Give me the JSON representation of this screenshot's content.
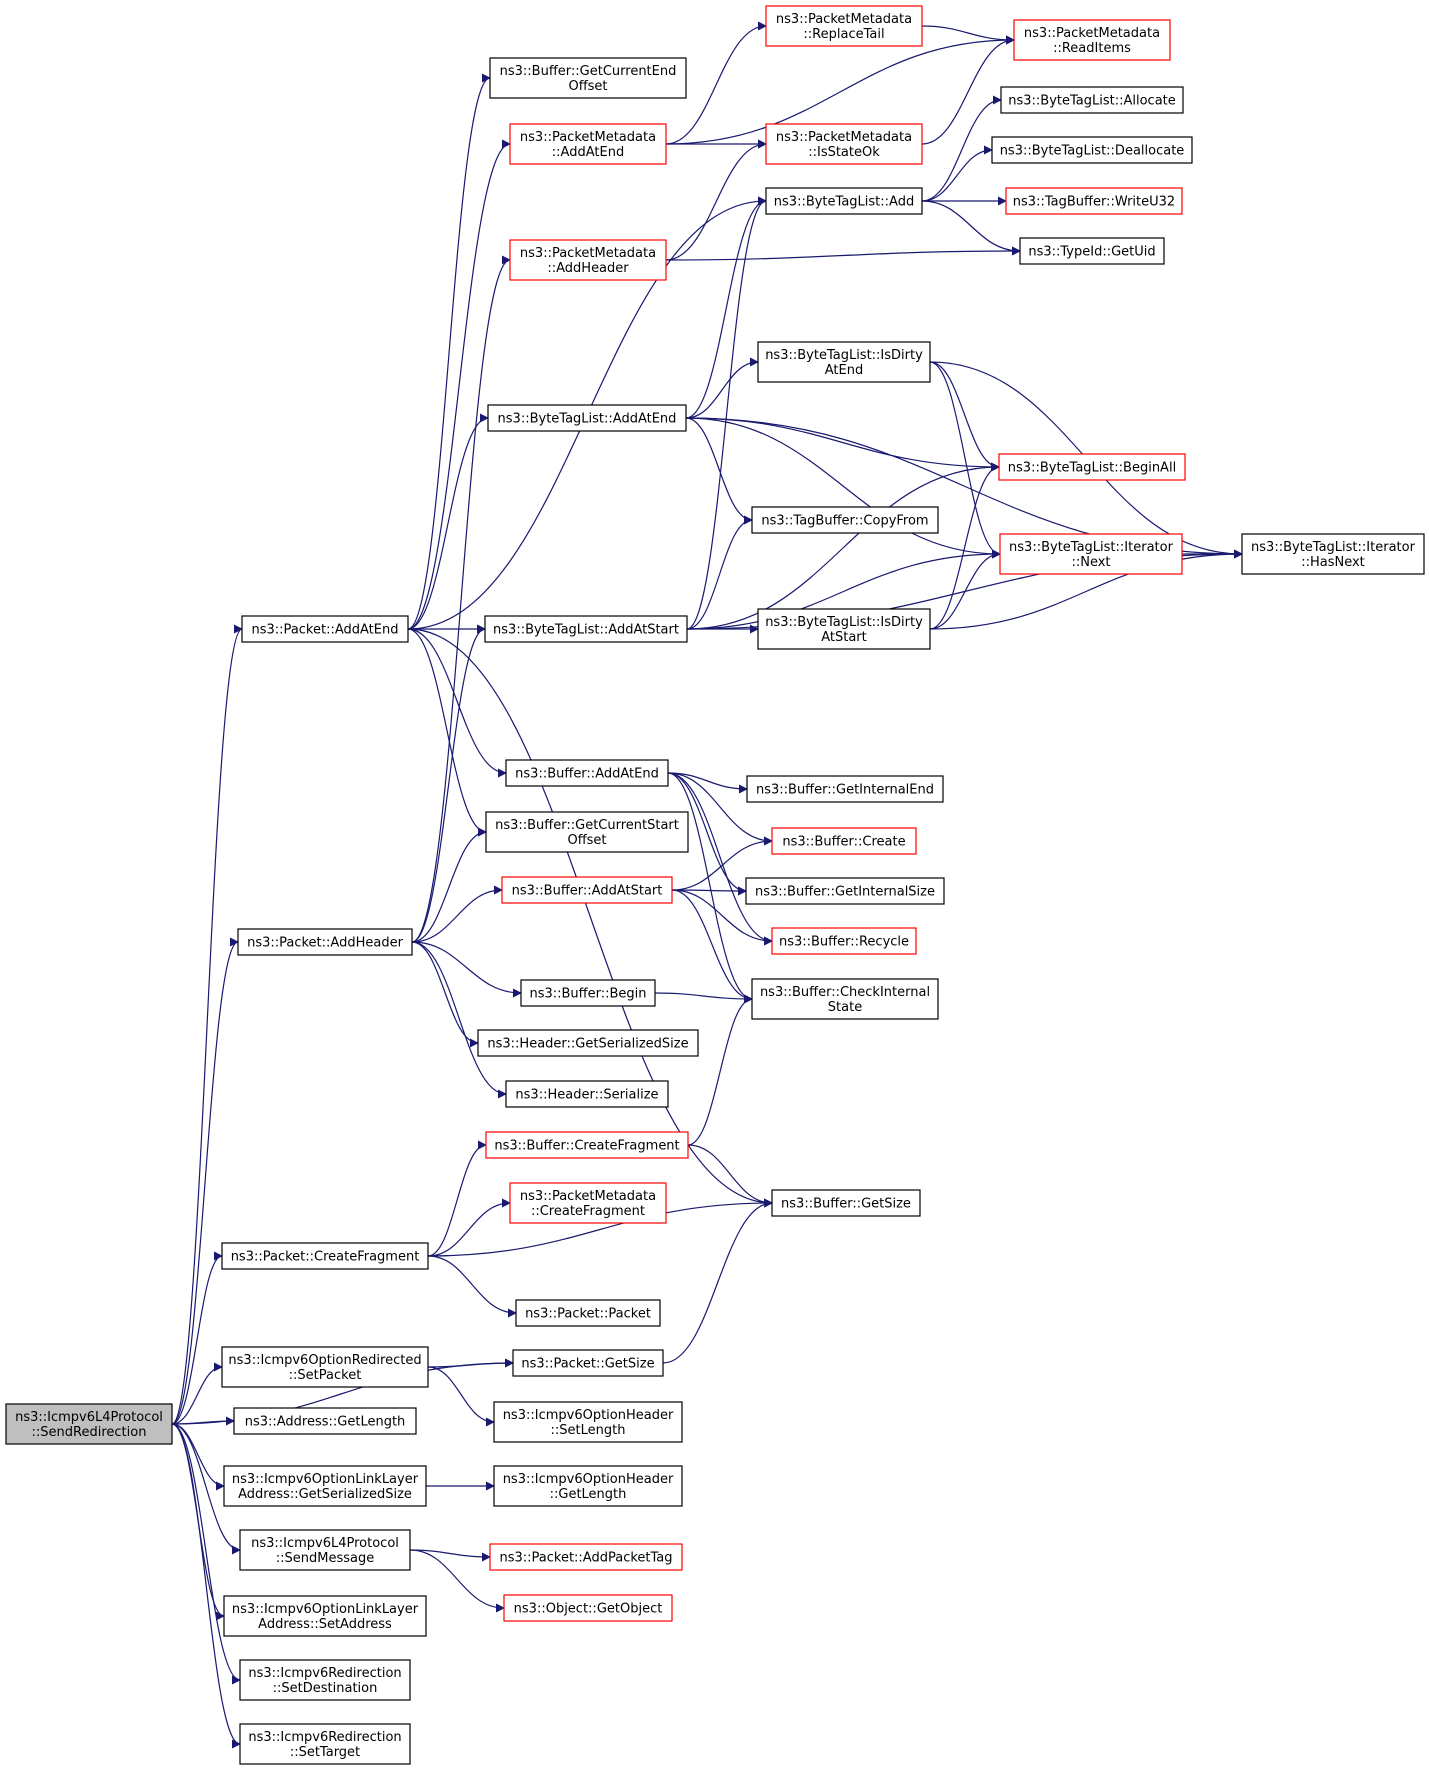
{
  "nodes": [
    {
      "id": "root",
      "lines": [
        "ns3::Icmpv6L4Protocol",
        "::SendRedirection"
      ],
      "style": "root"
    },
    {
      "id": "buf_getcurrentendoffset",
      "lines": [
        "ns3::Buffer::GetCurrentEnd",
        "Offset"
      ],
      "style": "normal"
    },
    {
      "id": "pm_replacetail",
      "lines": [
        "ns3::PacketMetadata",
        "::ReplaceTail"
      ],
      "style": "red"
    },
    {
      "id": "pm_readitems",
      "lines": [
        "ns3::PacketMetadata",
        "::ReadItems"
      ],
      "style": "red"
    },
    {
      "id": "pm_addatend",
      "lines": [
        "ns3::PacketMetadata",
        "::AddAtEnd"
      ],
      "style": "red"
    },
    {
      "id": "pm_isstateok",
      "lines": [
        "ns3::PacketMetadata",
        "::IsStateOk"
      ],
      "style": "red"
    },
    {
      "id": "btl_allocate",
      "lines": [
        "ns3::ByteTagList::Allocate"
      ],
      "style": "normal"
    },
    {
      "id": "btl_deallocate",
      "lines": [
        "ns3::ByteTagList::Deallocate"
      ],
      "style": "normal"
    },
    {
      "id": "btl_add",
      "lines": [
        "ns3::ByteTagList::Add"
      ],
      "style": "normal"
    },
    {
      "id": "tb_writeu32",
      "lines": [
        "ns3::TagBuffer::WriteU32"
      ],
      "style": "red"
    },
    {
      "id": "pm_addheader",
      "lines": [
        "ns3::PacketMetadata",
        "::AddHeader"
      ],
      "style": "red"
    },
    {
      "id": "typeid_getuid",
      "lines": [
        "ns3::TypeId::GetUid"
      ],
      "style": "normal"
    },
    {
      "id": "btl_isdirtyatend",
      "lines": [
        "ns3::ByteTagList::IsDirty",
        "AtEnd"
      ],
      "style": "normal"
    },
    {
      "id": "btl_addatend",
      "lines": [
        "ns3::ByteTagList::AddAtEnd"
      ],
      "style": "normal"
    },
    {
      "id": "btl_beginall",
      "lines": [
        "ns3::ByteTagList::BeginAll"
      ],
      "style": "red"
    },
    {
      "id": "tb_copyfrom",
      "lines": [
        "ns3::TagBuffer::CopyFrom"
      ],
      "style": "normal"
    },
    {
      "id": "btl_iter_next",
      "lines": [
        "ns3::ByteTagList::Iterator",
        "::Next"
      ],
      "style": "red"
    },
    {
      "id": "btl_iter_hasnext",
      "lines": [
        "ns3::ByteTagList::Iterator",
        "::HasNext"
      ],
      "style": "normal"
    },
    {
      "id": "pkt_addatend",
      "lines": [
        "ns3::Packet::AddAtEnd"
      ],
      "style": "normal"
    },
    {
      "id": "btl_addatstart",
      "lines": [
        "ns3::ByteTagList::AddAtStart"
      ],
      "style": "normal"
    },
    {
      "id": "btl_isdirtyatstart",
      "lines": [
        "ns3::ByteTagList::IsDirty",
        "AtStart"
      ],
      "style": "normal"
    },
    {
      "id": "buf_addatend",
      "lines": [
        "ns3::Buffer::AddAtEnd"
      ],
      "style": "normal"
    },
    {
      "id": "buf_getinternalend",
      "lines": [
        "ns3::Buffer::GetInternalEnd"
      ],
      "style": "normal"
    },
    {
      "id": "buf_getcurrentstartoffset",
      "lines": [
        "ns3::Buffer::GetCurrentStart",
        "Offset"
      ],
      "style": "normal"
    },
    {
      "id": "buf_create",
      "lines": [
        "ns3::Buffer::Create"
      ],
      "style": "red"
    },
    {
      "id": "buf_addatstart",
      "lines": [
        "ns3::Buffer::AddAtStart"
      ],
      "style": "red"
    },
    {
      "id": "buf_getinternalsize",
      "lines": [
        "ns3::Buffer::GetInternalSize"
      ],
      "style": "normal"
    },
    {
      "id": "pkt_addheader",
      "lines": [
        "ns3::Packet::AddHeader"
      ],
      "style": "normal"
    },
    {
      "id": "buf_recycle",
      "lines": [
        "ns3::Buffer::Recycle"
      ],
      "style": "red"
    },
    {
      "id": "buf_begin",
      "lines": [
        "ns3::Buffer::Begin"
      ],
      "style": "normal"
    },
    {
      "id": "buf_checkinternalstate",
      "lines": [
        "ns3::Buffer::CheckInternal",
        "State"
      ],
      "style": "normal"
    },
    {
      "id": "hdr_getserializedsize",
      "lines": [
        "ns3::Header::GetSerializedSize"
      ],
      "style": "normal"
    },
    {
      "id": "hdr_serialize",
      "lines": [
        "ns3::Header::Serialize"
      ],
      "style": "normal"
    },
    {
      "id": "buf_createfragment",
      "lines": [
        "ns3::Buffer::CreateFragment"
      ],
      "style": "red"
    },
    {
      "id": "pm_createfragment",
      "lines": [
        "ns3::PacketMetadata",
        "::CreateFragment"
      ],
      "style": "red"
    },
    {
      "id": "buf_getsize",
      "lines": [
        "ns3::Buffer::GetSize"
      ],
      "style": "normal"
    },
    {
      "id": "pkt_createfragment",
      "lines": [
        "ns3::Packet::CreateFragment"
      ],
      "style": "normal"
    },
    {
      "id": "pkt_packet",
      "lines": [
        "ns3::Packet::Packet"
      ],
      "style": "normal"
    },
    {
      "id": "opt_redir_setpacket",
      "lines": [
        "ns3::Icmpv6OptionRedirected",
        "::SetPacket"
      ],
      "style": "normal"
    },
    {
      "id": "pkt_getsize",
      "lines": [
        "ns3::Packet::GetSize"
      ],
      "style": "normal"
    },
    {
      "id": "addr_getlength",
      "lines": [
        "ns3::Address::GetLength"
      ],
      "style": "normal"
    },
    {
      "id": "opthdr_setlength",
      "lines": [
        "ns3::Icmpv6OptionHeader",
        "::SetLength"
      ],
      "style": "normal"
    },
    {
      "id": "optll_getserializedsize",
      "lines": [
        "ns3::Icmpv6OptionLinkLayer",
        "Address::GetSerializedSize"
      ],
      "style": "normal"
    },
    {
      "id": "opthdr_getlength",
      "lines": [
        "ns3::Icmpv6OptionHeader",
        "::GetLength"
      ],
      "style": "normal"
    },
    {
      "id": "l4_sendmessage",
      "lines": [
        "ns3::Icmpv6L4Protocol",
        "::SendMessage"
      ],
      "style": "normal"
    },
    {
      "id": "pkt_addpackettag",
      "lines": [
        "ns3::Packet::AddPacketTag"
      ],
      "style": "red"
    },
    {
      "id": "obj_getobject",
      "lines": [
        "ns3::Object::GetObject"
      ],
      "style": "red"
    },
    {
      "id": "optll_setaddress",
      "lines": [
        "ns3::Icmpv6OptionLinkLayer",
        "Address::SetAddress"
      ],
      "style": "normal"
    },
    {
      "id": "redir_setdestination",
      "lines": [
        "ns3::Icmpv6Redirection",
        "::SetDestination"
      ],
      "style": "normal"
    },
    {
      "id": "redir_settarget",
      "lines": [
        "ns3::Icmpv6Redirection",
        "::SetTarget"
      ],
      "style": "normal"
    }
  ],
  "edges": [
    [
      "root",
      "pkt_addatend"
    ],
    [
      "root",
      "pkt_addheader"
    ],
    [
      "root",
      "pkt_createfragment"
    ],
    [
      "root",
      "pkt_getsize"
    ],
    [
      "root",
      "opt_redir_setpacket"
    ],
    [
      "root",
      "addr_getlength"
    ],
    [
      "root",
      "optll_getserializedsize"
    ],
    [
      "root",
      "l4_sendmessage"
    ],
    [
      "root",
      "optll_setaddress"
    ],
    [
      "root",
      "redir_setdestination"
    ],
    [
      "root",
      "redir_settarget"
    ],
    [
      "pkt_addatend",
      "buf_getcurrentendoffset"
    ],
    [
      "pkt_addatend",
      "pm_addatend"
    ],
    [
      "pkt_addatend",
      "btl_add"
    ],
    [
      "pkt_addatend",
      "btl_addatend"
    ],
    [
      "pkt_addatend",
      "btl_addatstart"
    ],
    [
      "pkt_addatend",
      "buf_addatend"
    ],
    [
      "pkt_addatend",
      "buf_getcurrentstartoffset"
    ],
    [
      "pkt_addatend",
      "buf_getsize"
    ],
    [
      "pm_addatend",
      "pm_replacetail"
    ],
    [
      "pm_addatend",
      "pm_readitems"
    ],
    [
      "pm_addatend",
      "pm_isstateok"
    ],
    [
      "pm_replacetail",
      "pm_readitems"
    ],
    [
      "pm_isstateok",
      "pm_readitems"
    ],
    [
      "btl_add",
      "btl_allocate"
    ],
    [
      "btl_add",
      "btl_deallocate"
    ],
    [
      "btl_add",
      "tb_writeu32"
    ],
    [
      "btl_add",
      "typeid_getuid"
    ],
    [
      "pm_addheader",
      "pm_isstateok"
    ],
    [
      "pm_addheader",
      "typeid_getuid"
    ],
    [
      "btl_addatend",
      "btl_add"
    ],
    [
      "btl_addatend",
      "btl_isdirtyatend"
    ],
    [
      "btl_addatend",
      "btl_beginall"
    ],
    [
      "btl_addatend",
      "tb_copyfrom"
    ],
    [
      "btl_addatend",
      "btl_iter_next"
    ],
    [
      "btl_addatend",
      "btl_iter_hasnext"
    ],
    [
      "btl_isdirtyatend",
      "btl_beginall"
    ],
    [
      "btl_isdirtyatend",
      "btl_iter_next"
    ],
    [
      "btl_isdirtyatend",
      "btl_iter_hasnext"
    ],
    [
      "btl_iter_next",
      "btl_iter_hasnext"
    ],
    [
      "btl_addatstart",
      "btl_add"
    ],
    [
      "btl_addatstart",
      "tb_copyfrom"
    ],
    [
      "btl_addatstart",
      "btl_beginall"
    ],
    [
      "btl_addatstart",
      "btl_isdirtyatstart"
    ],
    [
      "btl_addatstart",
      "btl_iter_next"
    ],
    [
      "btl_addatstart",
      "btl_iter_hasnext"
    ],
    [
      "btl_isdirtyatstart",
      "btl_beginall"
    ],
    [
      "btl_isdirtyatstart",
      "btl_iter_next"
    ],
    [
      "btl_isdirtyatstart",
      "btl_iter_hasnext"
    ],
    [
      "buf_addatend",
      "buf_getinternalend"
    ],
    [
      "buf_addatend",
      "buf_create"
    ],
    [
      "buf_addatend",
      "buf_getinternalsize"
    ],
    [
      "buf_addatend",
      "buf_recycle"
    ],
    [
      "buf_addatend",
      "buf_checkinternalstate"
    ],
    [
      "buf_addatstart",
      "buf_create"
    ],
    [
      "buf_addatstart",
      "buf_getinternalsize"
    ],
    [
      "buf_addatstart",
      "buf_recycle"
    ],
    [
      "buf_addatstart",
      "buf_checkinternalstate"
    ],
    [
      "pkt_addheader",
      "pm_addheader"
    ],
    [
      "pkt_addheader",
      "btl_addatstart"
    ],
    [
      "pkt_addheader",
      "buf_getcurrentstartoffset"
    ],
    [
      "pkt_addheader",
      "buf_addatstart"
    ],
    [
      "pkt_addheader",
      "buf_begin"
    ],
    [
      "pkt_addheader",
      "hdr_getserializedsize"
    ],
    [
      "pkt_addheader",
      "hdr_serialize"
    ],
    [
      "buf_begin",
      "buf_checkinternalstate"
    ],
    [
      "buf_createfragment",
      "buf_checkinternalstate"
    ],
    [
      "buf_createfragment",
      "buf_getsize"
    ],
    [
      "pkt_createfragment",
      "buf_createfragment"
    ],
    [
      "pkt_createfragment",
      "pm_createfragment"
    ],
    [
      "pkt_createfragment",
      "buf_getsize"
    ],
    [
      "pkt_createfragment",
      "pkt_packet"
    ],
    [
      "pkt_getsize",
      "buf_getsize"
    ],
    [
      "opt_redir_setpacket",
      "pkt_getsize"
    ],
    [
      "opt_redir_setpacket",
      "opthdr_setlength"
    ],
    [
      "optll_getserializedsize",
      "opthdr_getlength"
    ],
    [
      "l4_sendmessage",
      "pkt_addpackettag"
    ],
    [
      "l4_sendmessage",
      "obj_getobject"
    ]
  ]
}
